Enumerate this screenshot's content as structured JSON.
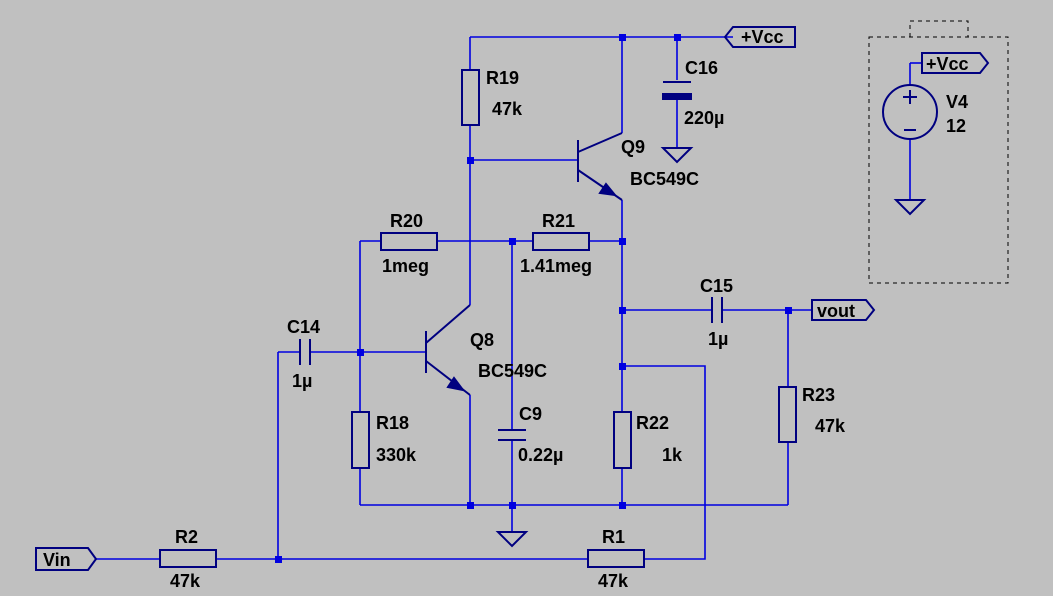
{
  "schematic": {
    "nets": {
      "vcc": "+Vcc",
      "vin": "Vin",
      "vout": "vout"
    },
    "components": {
      "R19": {
        "ref": "R19",
        "value": "47k"
      },
      "R20": {
        "ref": "R20",
        "value": "1meg"
      },
      "R21": {
        "ref": "R21",
        "value": "1.41meg"
      },
      "R18": {
        "ref": "R18",
        "value": "330k"
      },
      "R22": {
        "ref": "R22",
        "value": "1k"
      },
      "R23": {
        "ref": "R23",
        "value": "47k"
      },
      "R2": {
        "ref": "R2",
        "value": "47k"
      },
      "R1": {
        "ref": "R1",
        "value": "47k"
      },
      "C16": {
        "ref": "C16",
        "value": "220µ"
      },
      "C14": {
        "ref": "C14",
        "value": "1µ"
      },
      "C15": {
        "ref": "C15",
        "value": "1µ"
      },
      "C9": {
        "ref": "C9",
        "value": "0.22µ"
      },
      "Q9": {
        "ref": "Q9",
        "value": "BC549C"
      },
      "Q8": {
        "ref": "Q8",
        "value": "BC549C"
      },
      "V4": {
        "ref": "V4",
        "value": "12"
      }
    }
  },
  "colors": {
    "background": "#c0c0c0",
    "wire": "#0000e0",
    "component": "#000080",
    "text": "#000000"
  }
}
